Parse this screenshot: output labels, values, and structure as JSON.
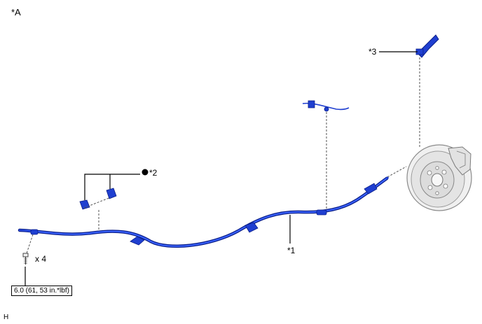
{
  "view_label": "*A",
  "callouts": {
    "c1": "*1",
    "c2": "*2",
    "c3": "*3"
  },
  "bolt_count": "x 4",
  "torque_spec": "6.0 (61, 53 in.*lbf)",
  "corner_code": "H",
  "colors": {
    "cable": "#1f3fd0",
    "cable_dark": "#0b1f8a",
    "leader": "#000000",
    "dashed": "#555555",
    "disc": "#e9e9e9",
    "disc_stroke": "#8a8a8a"
  },
  "icons": {
    "bolt": "bolt-icon",
    "bullet": "filled-circle-icon"
  }
}
